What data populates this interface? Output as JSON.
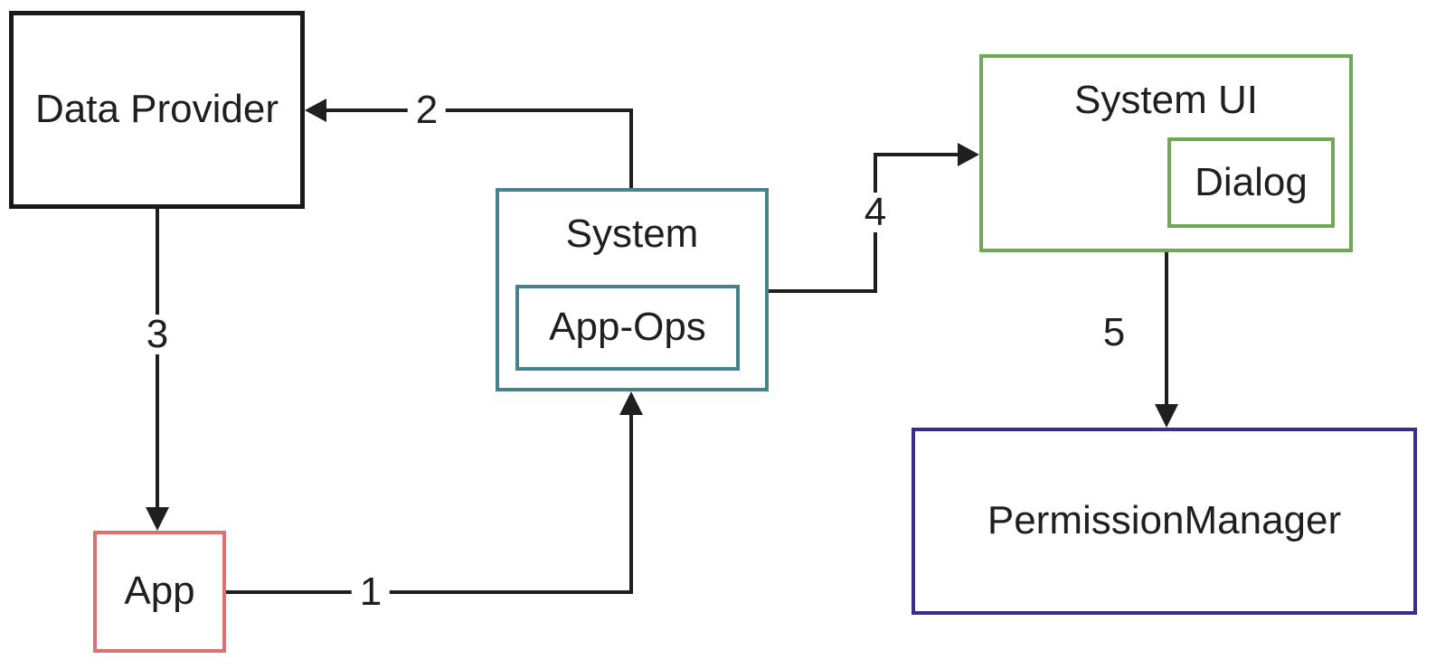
{
  "diagram": {
    "nodes": {
      "data_provider": {
        "label": "Data Provider",
        "border_color": "#1a1a1a"
      },
      "system": {
        "label": "System",
        "border_color": "#45818e"
      },
      "app_ops": {
        "label": "App-Ops",
        "border_color": "#45818e"
      },
      "system_ui": {
        "label": "System UI",
        "border_color": "#6eaa55"
      },
      "dialog": {
        "label": "Dialog",
        "border_color": "#6eaa55"
      },
      "app": {
        "label": "App",
        "border_color": "#dd7070"
      },
      "permission_manager": {
        "label": "PermissionManager",
        "border_color": "#392c8e"
      }
    },
    "edges": [
      {
        "label": "1",
        "from": "App",
        "to": "System"
      },
      {
        "label": "2",
        "from": "System",
        "to": "Data Provider"
      },
      {
        "label": "3",
        "from": "Data Provider",
        "to": "App"
      },
      {
        "label": "4",
        "from": "System",
        "to": "System UI"
      },
      {
        "label": "5",
        "from": "System UI",
        "to": "PermissionManager"
      }
    ],
    "line_color": "#1f1f1f",
    "text_color": "#1f1f1f",
    "background": "#ffffff"
  }
}
